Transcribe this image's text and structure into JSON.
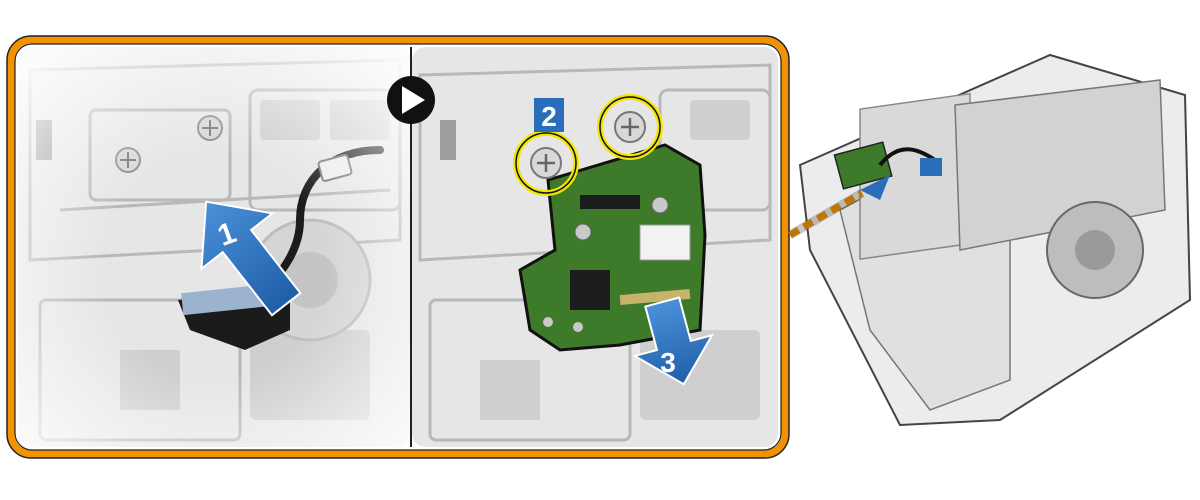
{
  "callout": {
    "border_color": "#f39200",
    "panel_bg": "#e9e9e9"
  },
  "steps": [
    {
      "number": "1",
      "action": "disconnect-cable",
      "color": "#2a6ebb"
    },
    {
      "number": "2",
      "action": "remove-screws",
      "color": "#2a6ebb"
    },
    {
      "number": "3",
      "action": "remove-board",
      "color": "#2a6ebb"
    }
  ],
  "highlight_color": "#f2e600",
  "icons": {
    "next": "play-icon"
  }
}
